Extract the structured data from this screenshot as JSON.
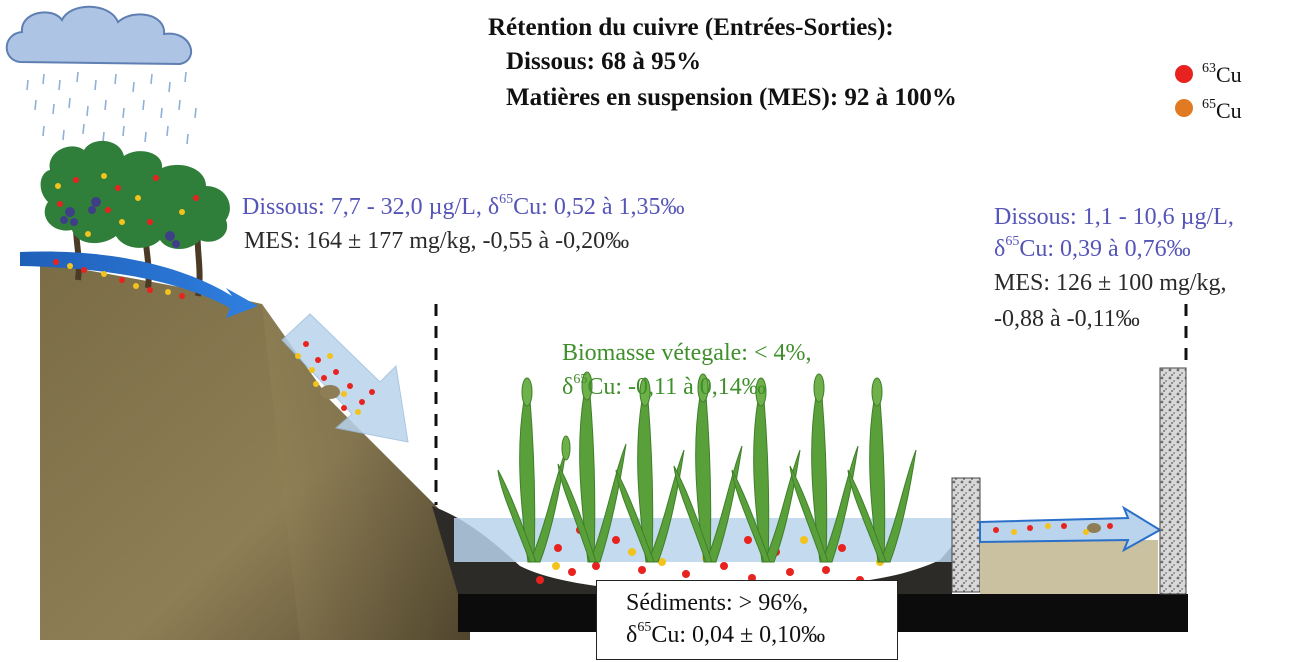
{
  "header": {
    "title": "Rétention du cuivre (Entrées-Sorties):",
    "dissolved": "Dissous: 68 à 95%",
    "suspended": "Matières en suspension (MES): 92 à 100%"
  },
  "legend": {
    "cu63_mass": "63",
    "cu63_symbol": "Cu",
    "cu65_mass": "65",
    "cu65_symbol": "Cu",
    "cu63_color": "#e8231f",
    "cu65_color": "#e07b24"
  },
  "inlet": {
    "dissolved_prefix": "Dissous: 7,7 - 32,0 µg/L, δ",
    "dissolved_sup": "65",
    "dissolved_suffix": "Cu: 0,52 à 1,35‰",
    "mes": "MES: 164 ± 177 mg/kg, -0,55 à -0,20‰"
  },
  "outlet": {
    "dissolved": "Dissous: 1,1 - 10,6 µg/L,",
    "delta_prefix": "δ",
    "delta_sup": "65",
    "delta_suffix": "Cu: 0,39 à 0,76‰",
    "mes_line1": "MES: 126 ± 100 mg/kg,",
    "mes_line2": "-0,88 à -0,11‰"
  },
  "biomass": {
    "line1": "Biomasse vétegale: < 4%,",
    "delta_prefix": "δ",
    "delta_sup": "65",
    "delta_suffix": "Cu: -0,11 à 0,14‰"
  },
  "sediments": {
    "line1": "Sédiments: > 96%,",
    "delta_prefix": "δ",
    "delta_sup": "65",
    "delta_suffix": "Cu: 0,04 ± 0,10‰"
  },
  "colors": {
    "inlet_text": "#5555b8",
    "biomass_text": "#3f8f2a",
    "flow_arrow": "#2a6fc9",
    "water": "#b9d4ec",
    "hill": "#8a7a50"
  }
}
